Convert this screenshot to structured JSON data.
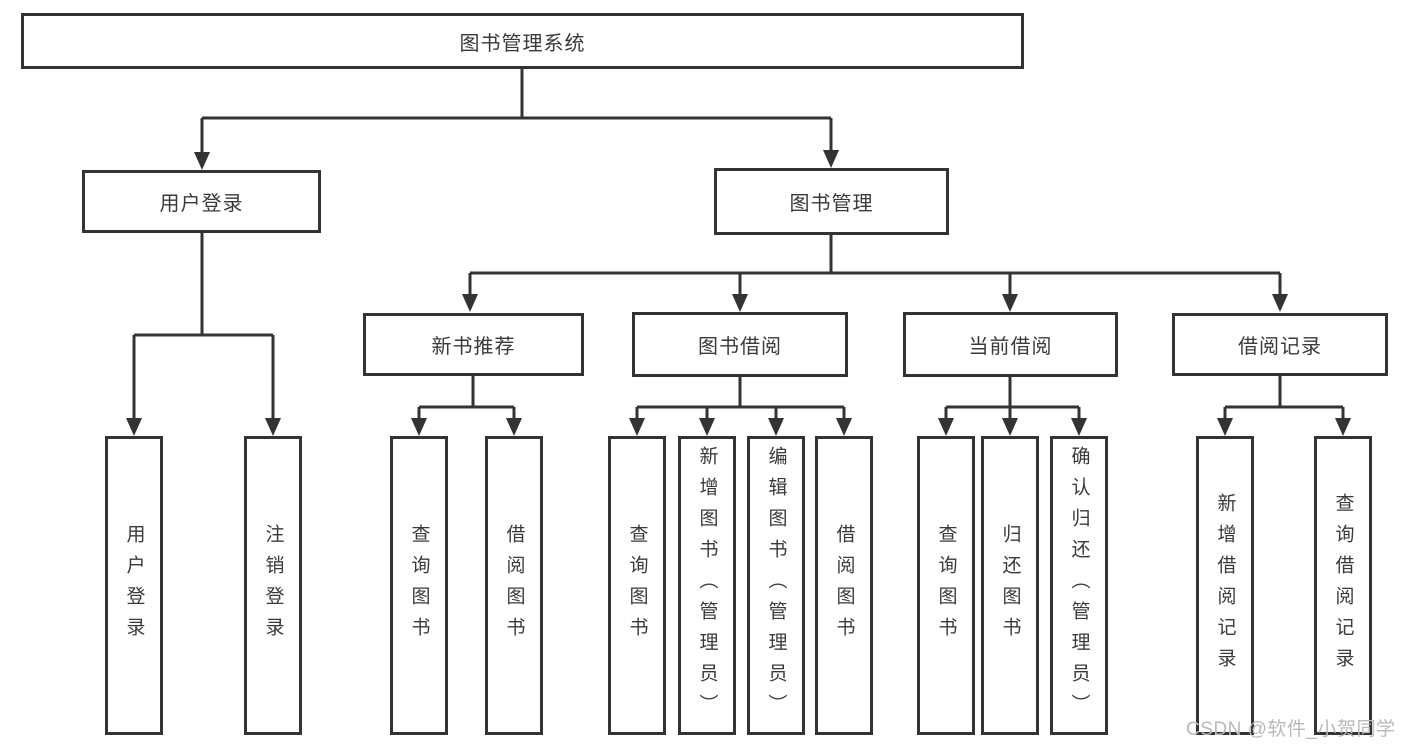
{
  "diagram": {
    "title_node": {
      "label": "图书管理系统"
    },
    "level2": [
      {
        "label": "用户登录"
      },
      {
        "label": "图书管理"
      }
    ],
    "level3": [
      {
        "label": "新书推荐"
      },
      {
        "label": "图书借阅"
      },
      {
        "label": "当前借阅"
      },
      {
        "label": "借阅记录"
      }
    ],
    "leaves": {
      "user_login": [
        "用户登录",
        "注销登录"
      ],
      "new_book": [
        "查询图书",
        "借阅图书"
      ],
      "book_borrow": [
        "查询图书",
        "新增图书（管理员）",
        "编辑图书（管理员）",
        "借阅图书"
      ],
      "current_borrow": [
        "查询图书",
        "归还图书",
        "确认归还（管理员）"
      ],
      "borrow_records": [
        "新增借阅记录",
        "查询借阅记录"
      ]
    },
    "colors": {
      "line": "#333333",
      "text": "#3a3a3a",
      "box_background": "#ffffff",
      "watermark": "#b9b9b9"
    }
  },
  "watermark": {
    "text": "CSDN @软件_小贺同学"
  }
}
